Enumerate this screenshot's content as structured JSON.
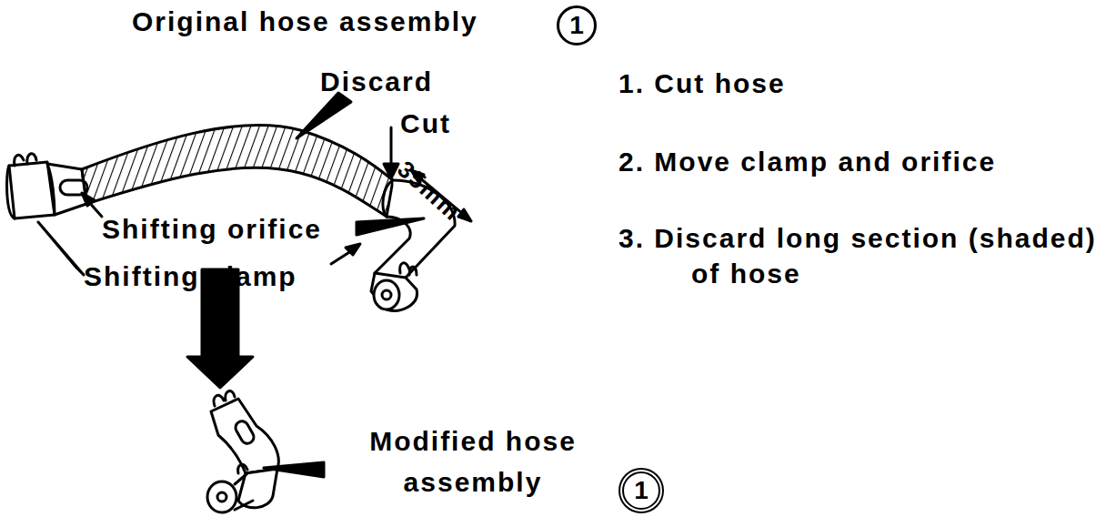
{
  "diagram": {
    "nodes": [
      {
        "text": [
          "1"
        ]
      },
      {
        "text": [
          "1"
        ]
      }
    ],
    "labels": [
      "Original hose assembly",
      "Discard",
      "Cut",
      "35mm",
      "Shifting orifice",
      "Shifting clamp",
      "1. Cut hose",
      "2. Move clamp and orifice",
      "3. Discard long section (shaded) of hose",
      "Modified hose assembly"
    ]
  }
}
